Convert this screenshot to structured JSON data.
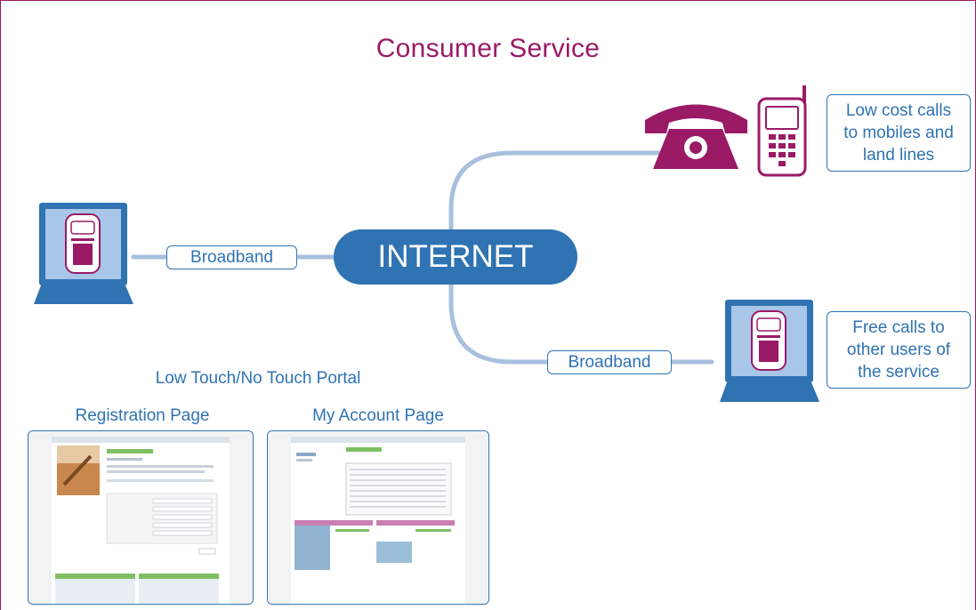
{
  "title": "Consumer Service",
  "internet_label": "INTERNET",
  "broadband_left": "Broadband",
  "broadband_right": "Broadband",
  "phones_caption": [
    "Low cost calls",
    "to mobiles and",
    "land lines"
  ],
  "users_caption": [
    "Free calls to",
    "other users of",
    "the service"
  ],
  "portal_heading": "Low Touch/No Touch Portal",
  "registration_heading": "Registration Page",
  "account_heading": "My Account Page",
  "colors": {
    "brand_magenta": "#9a1a66",
    "brand_blue": "#2f73b3",
    "connector": "#a9bfde",
    "screen": "#a8c6e8"
  },
  "icons": [
    "laptop-softphone-icon",
    "desk-phone-icon",
    "mobile-phone-icon"
  ]
}
